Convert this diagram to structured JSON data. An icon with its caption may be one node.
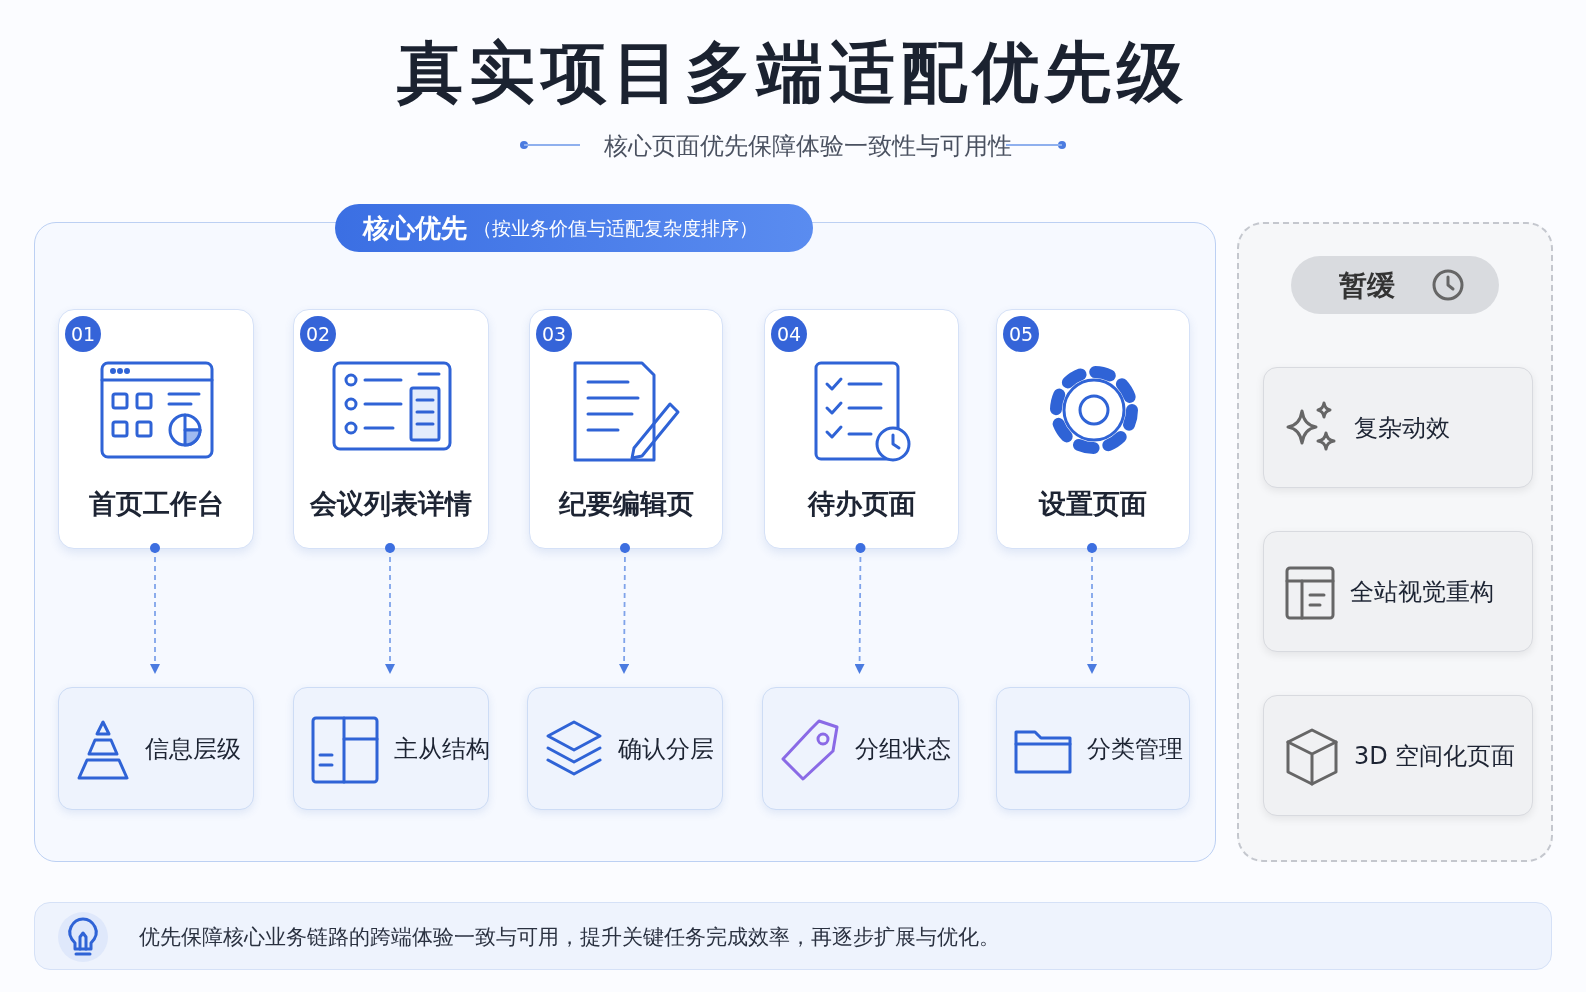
{
  "diagram": {
    "title": "真实项目多端适配优先级",
    "nodes": [
      {
        "text": [
          "核心优先",
          "（按业务价值与适配复杂度排序）"
        ]
      },
      {
        "text": [
          "01",
          "首页工作台"
        ],
        "in": 0
      },
      {
        "text": [
          "02",
          "会议列表详情"
        ],
        "in": 0
      },
      {
        "text": [
          "03",
          "纪要编辑页"
        ],
        "in": 0
      },
      {
        "text": [
          "04",
          "待办页面"
        ],
        "in": 0
      },
      {
        "text": [
          "05",
          "设置页面"
        ],
        "in": 0
      },
      {
        "text": [
          "信息层级"
        ],
        "in": 0
      },
      {
        "text": [
          "主从结构"
        ],
        "in": 0
      },
      {
        "text": [
          "确认分层"
        ],
        "in": 0
      },
      {
        "text": [
          "分组状态"
        ],
        "in": 0
      },
      {
        "text": [
          "分类管理"
        ],
        "in": 0
      },
      {
        "text": [
          "暂缓"
        ]
      },
      {
        "text": [
          "复杂动效"
        ],
        "in": 11
      },
      {
        "text": [
          "全站视觉重构"
        ],
        "in": 11
      },
      {
        "text": [
          "3D 空间化页面"
        ],
        "in": 11
      },
      {
        "text": [
          "优先保障核心业务链路的跨端体验一致与可用，提升关键任务完成效率，再逐步扩展与优化。"
        ]
      }
    ],
    "edges": [
      {
        "from": 1,
        "to": 6,
        "arrow": "to",
        "style": "dashed"
      },
      {
        "from": 2,
        "to": 7,
        "arrow": "to",
        "style": "dashed"
      },
      {
        "from": 3,
        "to": 8,
        "arrow": "to",
        "style": "dashed"
      },
      {
        "from": 4,
        "to": 9,
        "arrow": "to",
        "style": "dashed"
      },
      {
        "from": 5,
        "to": 10,
        "arrow": "to",
        "style": "dashed"
      }
    ],
    "labels": [
      "核心页面优先保障体验一致性与可用性"
    ]
  }
}
